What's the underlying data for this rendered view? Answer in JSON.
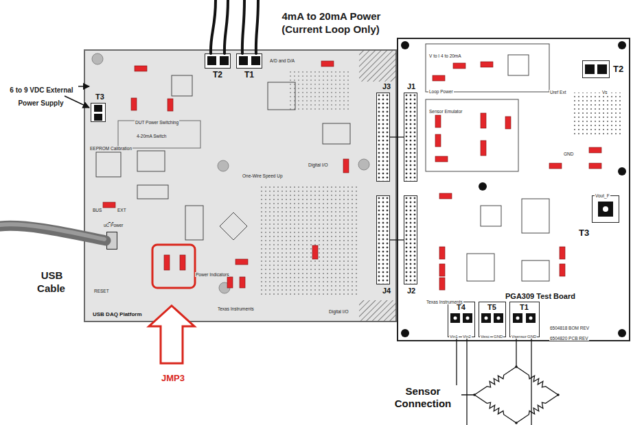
{
  "diagram": {
    "nodes": [
      {
        "text": [
          "USB DAQ Platform"
        ]
      },
      {
        "text": [
          "T2"
        ],
        "in": 0
      },
      {
        "text": [
          "T1"
        ],
        "in": 0
      },
      {
        "text": [
          "T3"
        ],
        "in": 0
      },
      {
        "text": [
          "J1"
        ],
        "in": 0
      },
      {
        "text": [
          "J3"
        ],
        "in": 0
      },
      {
        "text": [
          "J4"
        ],
        "in": 0
      },
      {
        "text": [
          "PGA309 Test Board"
        ]
      },
      {
        "text": [
          "J1"
        ],
        "in": 7
      },
      {
        "text": [
          "J2"
        ],
        "in": 7
      },
      {
        "text": [
          "T2"
        ],
        "in": 7
      },
      {
        "text": [
          "T3"
        ],
        "in": 7
      },
      {
        "text": [
          "T4"
        ],
        "in": 7
      },
      {
        "text": [
          "T5"
        ],
        "in": 7
      },
      {
        "text": [
          "T1"
        ],
        "in": 7
      },
      {
        "text": [
          "Sensor Connection"
        ]
      }
    ],
    "edges": [
      {
        "from": 5,
        "to": 8,
        "arrow": "none"
      },
      {
        "from": 6,
        "to": 9,
        "arrow": "none"
      },
      {
        "from": 12,
        "to": 15,
        "arrow": "none"
      },
      {
        "from": 14,
        "to": 15,
        "arrow": "none"
      }
    ],
    "labels": [
      "4mA to 20mA Power (Current Loop Only)",
      "6 to 9 VDC External Power Supply",
      "USB Cable",
      "JMP3",
      "A/D and D/A",
      "DUT Power Switching",
      "4-20mA Switch",
      "EEPROM Calibration",
      "uC Power",
      "One-Wire Speed Up",
      "Digital I/O",
      "Digital I/O",
      "Power Indicators",
      "Texas Instruments",
      "RESET",
      "BUS",
      "EXT",
      "V to I 4 to 20mA",
      "Loop Power",
      "Sensor Emulator",
      "Uref Ext",
      "Vs",
      "GND",
      "Vout_F",
      "Texas Instruments",
      "6504818 BOM REV",
      "6504820 PCB REV",
      "Vin1",
      "Vin2",
      "Vexc",
      "GND",
      "Vsensor",
      "GND"
    ]
  }
}
